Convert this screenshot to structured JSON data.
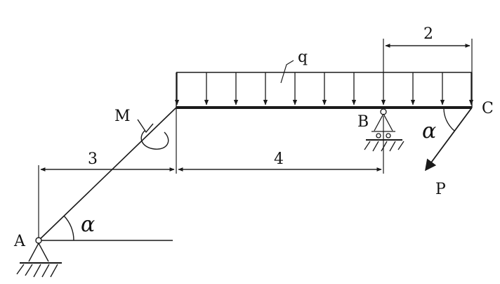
{
  "labels": {
    "point_a": "A",
    "point_b": "B",
    "point_c": "C",
    "moment": "M",
    "load": "q",
    "force": "P",
    "angle_at_a": "α",
    "angle_at_c": "α"
  },
  "dimensions": {
    "horizontal_a_to_joint": "3",
    "horizontal_joint_to_b": "4",
    "horizontal_b_to_c": "2"
  },
  "colors": {
    "ink": "#1a1a1a",
    "background": "#ffffff"
  }
}
